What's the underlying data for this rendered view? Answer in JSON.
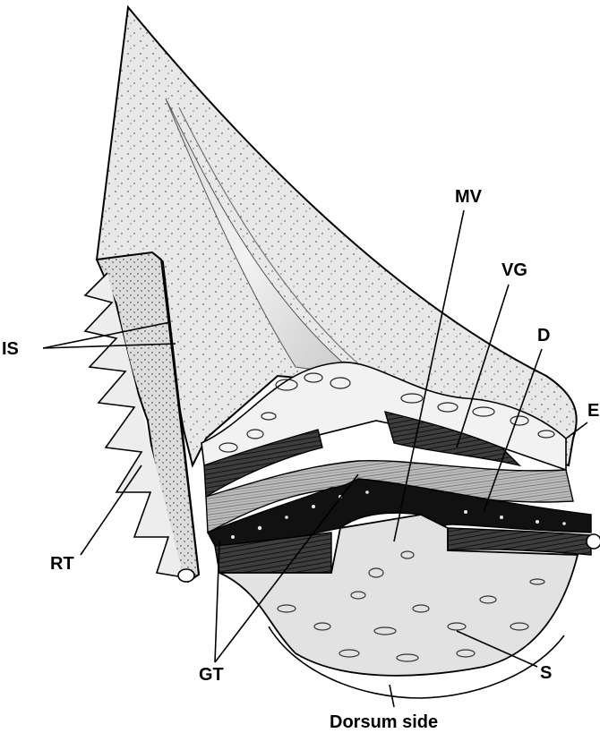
{
  "labels": {
    "mv": "MV",
    "vg": "VG",
    "d": "D",
    "e": "E",
    "is": "IS",
    "rt": "RT",
    "gt": "GT",
    "s": "S",
    "dorsum": "Dorsum side"
  },
  "colors": {
    "ink": "#000000",
    "paper": "#ffffff",
    "horn_fill": "#e6e6e6",
    "section_fill": "#d0d0d0",
    "dark_band": "#3a3a3a",
    "gland_layer": "#1a1a1a"
  }
}
